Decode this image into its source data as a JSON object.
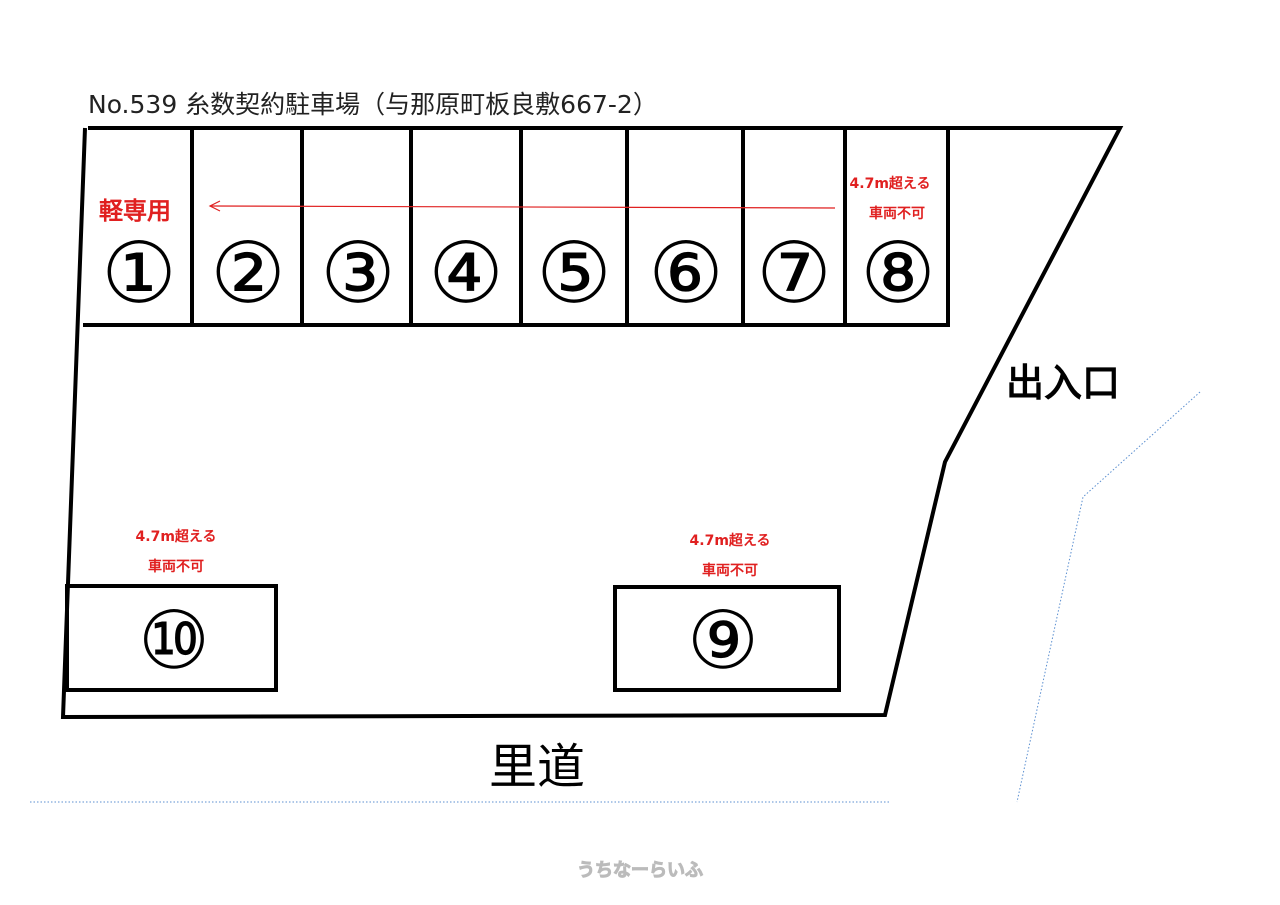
{
  "title": "No.539 糸数契約駐車場（与那原町板良敷667-2）",
  "kei_label": "軽専用",
  "stalls_top": [
    "①",
    "②",
    "③",
    "④",
    "⑤",
    "⑥",
    "⑦",
    "⑧"
  ],
  "stall_9": "⑨",
  "stall_10": "⑩",
  "notice_line1": "4.7m超える",
  "notice_line2": "車両不可",
  "entrance": "出入口",
  "road": "里道",
  "watermark": "うちなーらいふ",
  "colors": {
    "line": "#000000",
    "notice": "#e02020",
    "dotted": "#5b8fd0"
  }
}
